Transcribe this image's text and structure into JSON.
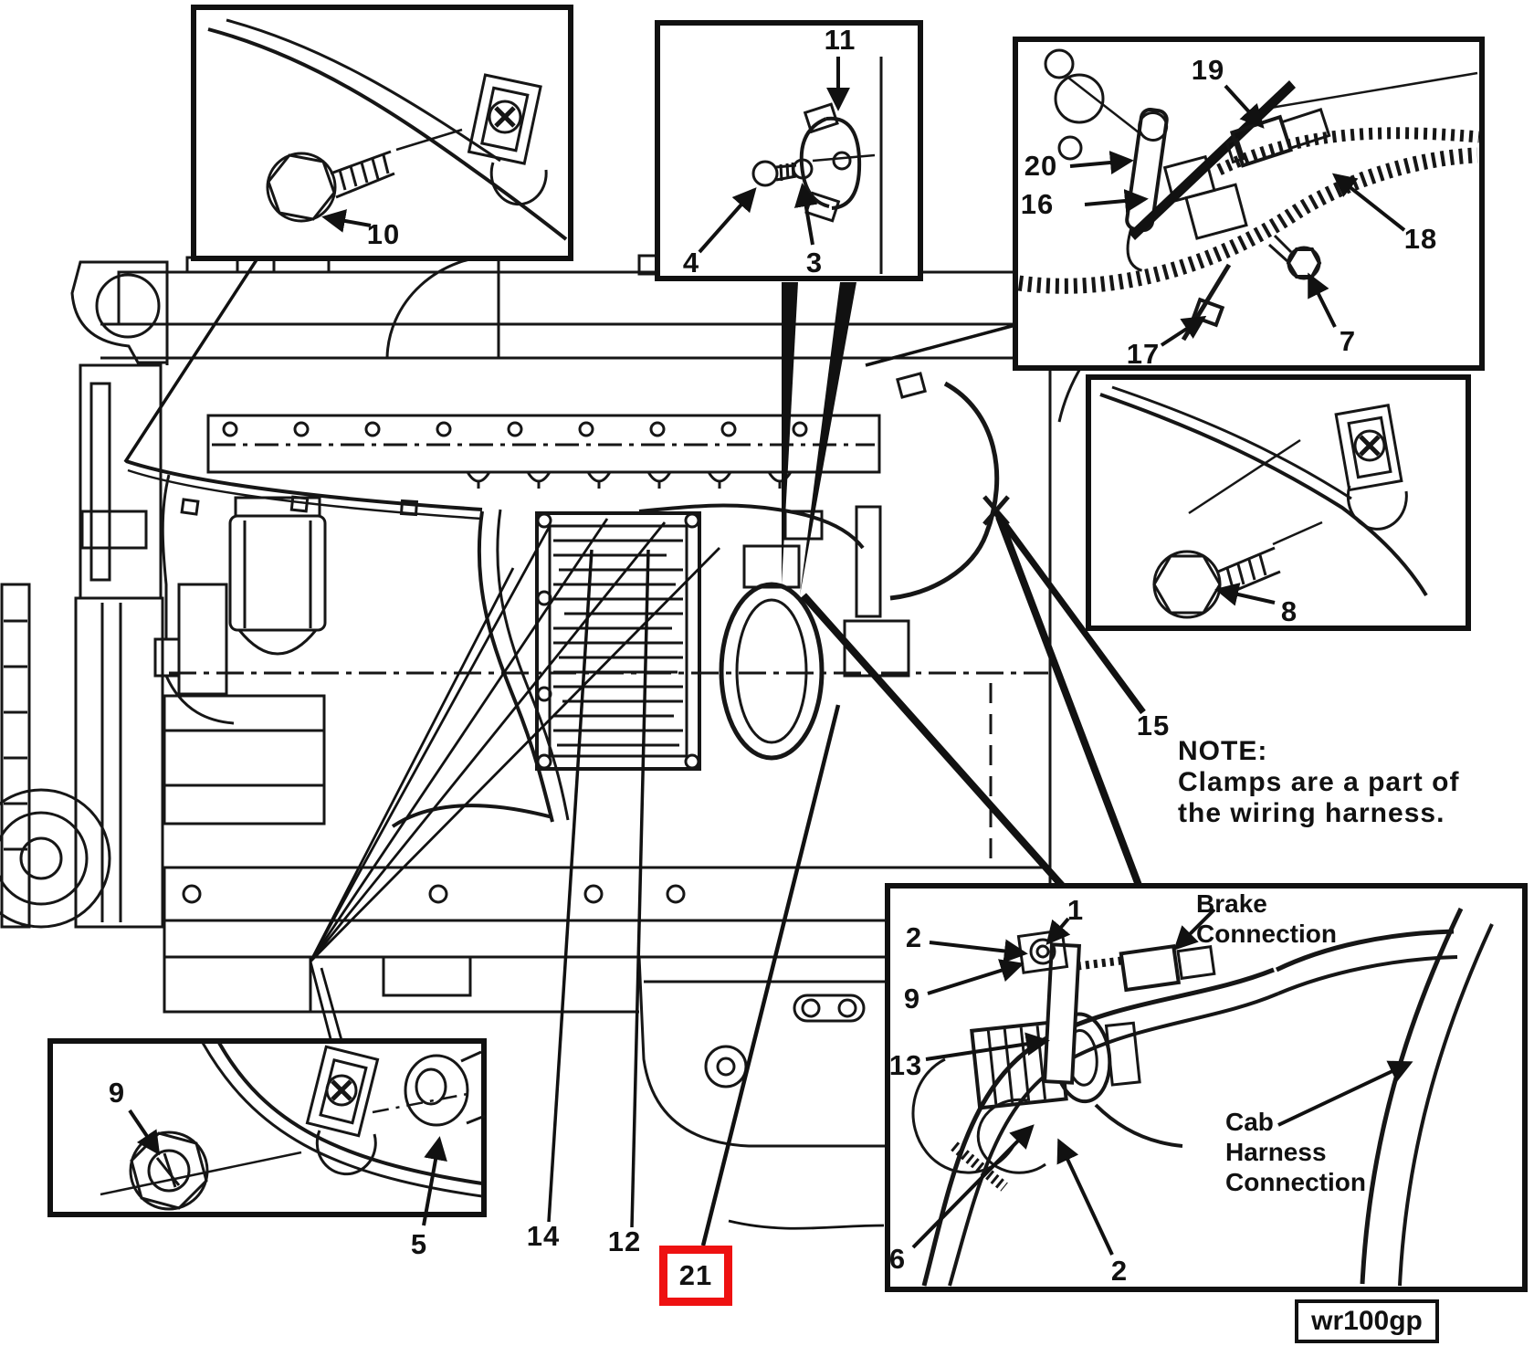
{
  "diagram": {
    "note": {
      "title": "NOTE:",
      "line1": "Clamps are a part of",
      "line2": "the wiring harness."
    },
    "figure_code": "wr100gp",
    "highlight": {
      "label": "21",
      "color": "#ee1111"
    },
    "callouts": {
      "c10": "10",
      "c11": "11",
      "c4": "4",
      "c3": "3",
      "c19": "19",
      "c20": "20",
      "c16": "16",
      "c17": "17",
      "c18": "18",
      "c7": "7",
      "c8": "8",
      "c15": "15",
      "c9_left": "9",
      "c5": "5",
      "c14": "14",
      "c12": "12",
      "c1": "1",
      "c2a": "2",
      "c9_right": "9",
      "c13": "13",
      "c6": "6",
      "c2b": "2"
    },
    "connections": {
      "brake_line1": "Brake",
      "brake_line2": "Connection",
      "cab_line1": "Cab",
      "cab_line2": "Harness",
      "cab_line3": "Connection"
    }
  }
}
